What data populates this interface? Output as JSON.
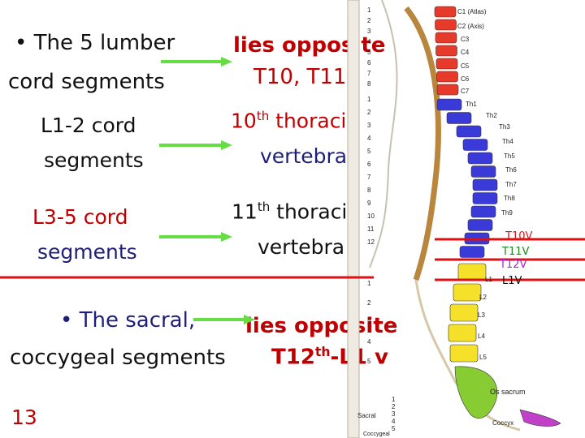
{
  "slide": {
    "line1_left": "• The 5 lumber",
    "line1_right": "lies opposite",
    "line2_left": "cord segments",
    "line2_right": "T10, T11v",
    "l12_line1": "L1-2 cord",
    "l12_line2": "segments",
    "t10_prefix": "10",
    "t10_sup": "th",
    "t10_suffix": " thoracic",
    "t10_line2": "vertebra",
    "l35_line1": "L3-5 cord",
    "l35_line2": "segments",
    "t11_prefix": "11",
    "t11_sup": "th",
    "t11_suffix": " thoracic",
    "t11_line2": "vertebra",
    "sacral_line1": "• The sacral,",
    "sacral_right": "lies opposite",
    "sacral_line2": "coccygeal segments",
    "t12_prefix": "T12",
    "t12_sup": "th",
    "t12_suffix": "-L1 v",
    "page_number": "13"
  },
  "spine_labels": {
    "cervical": [
      "C1 (Atlas)",
      "C2 (Axis)",
      "C3",
      "C4",
      "C5",
      "C6",
      "C7"
    ],
    "thoracic": [
      "Th1",
      "Th2",
      "Th3",
      "Th4",
      "Th5",
      "Th6",
      "Th7",
      "Th8",
      "Th9"
    ],
    "lumbar": [
      "L1",
      "L2",
      "L3",
      "L4",
      "L5"
    ],
    "os_sacrum": "Os sacrum",
    "coccyx": "Coccyx",
    "sacral": "Sacral",
    "coccygeal": "Coccygeal",
    "cord_numbers": [
      "1",
      "2",
      "3",
      "4",
      "5",
      "6",
      "7",
      "8",
      "1",
      "2",
      "3",
      "4",
      "5",
      "6",
      "7",
      "8",
      "9",
      "10",
      "11",
      "12",
      "1",
      "2",
      "3",
      "4",
      "5",
      "1",
      "2",
      "3",
      "4",
      "5"
    ],
    "marker_t10": "T10V",
    "marker_t11": "T11V",
    "marker_t12": "T12V",
    "marker_l1": "L1V"
  },
  "colors": {
    "arrow": "#66dd44",
    "red_line": "#dd1111",
    "cervical": "#e83a2a",
    "thoracic": "#3a3ad8",
    "lumbar": "#f5e02a",
    "sacrum": "#88cc33",
    "coccyx": "#c040c8"
  }
}
